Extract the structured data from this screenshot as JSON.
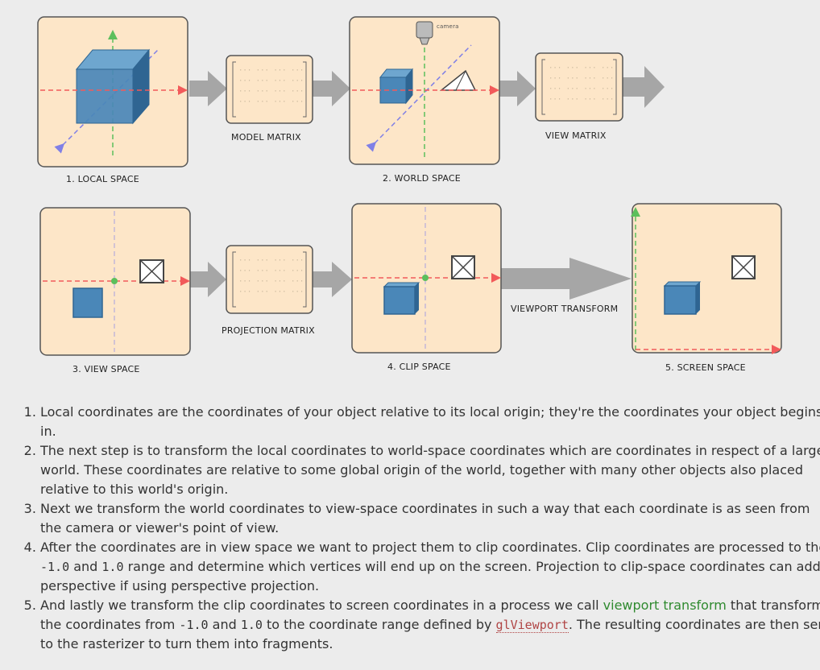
{
  "panels": {
    "local": "1. LOCAL SPACE",
    "world": "2. WORLD SPACE",
    "view": "3. VIEW SPACE",
    "clip": "4. CLIP SPACE",
    "screen": "5. SCREEN SPACE"
  },
  "matrices": {
    "model": "MODEL MATRIX",
    "view": "VIEW MATRIX",
    "projection": "PROJECTION MATRIX",
    "viewport": "VIEWPORT TRANSFORM"
  },
  "camera_label": "camera",
  "colors": {
    "panel_fill": "#fde6c8",
    "panel_border": "#555555",
    "arrow": "#a6a6a6",
    "axis_x": "#f25a5a",
    "axis_y": "#5cbf5c",
    "axis_z": "#8080e6",
    "cube_front": "#4a87b8",
    "cube_top": "#6ea6cf",
    "cube_side": "#2f6592"
  },
  "steps": [
    {
      "text": "Local coordinates are the coordinates of your object relative to its local origin; they're the coordinates your object begins in."
    },
    {
      "text": "The next step is to transform the local coordinates to world-space coordinates which are coordinates in respect of a larger world. These coordinates are relative to some global origin of the world, together with many other objects also placed relative to this world's origin."
    },
    {
      "text": "Next we transform the world coordinates to view-space coordinates in such a way that each coordinate is as seen from the camera or viewer's point of view."
    },
    {
      "a": "After the coordinates are in view space we want to project them to clip coordinates. Clip coordinates are processed to the ",
      "code1": "-1.0",
      "b": " and ",
      "code2": "1.0",
      "c": " range and determine which vertices will end up on the screen. Projection to clip-space coordinates can add perspective if using perspective projection."
    },
    {
      "a": "And lastly we transform the clip coordinates to screen coordinates in a process we call ",
      "link": "viewport transform",
      "b": " that transforms the coordinates from ",
      "code1": "-1.0",
      "c": " and ",
      "code2": "1.0",
      "d": " to the coordinate range defined by ",
      "func": "glViewport",
      "e": ". The resulting coordinates are then sent to the rasterizer to turn them into fragments."
    }
  ]
}
